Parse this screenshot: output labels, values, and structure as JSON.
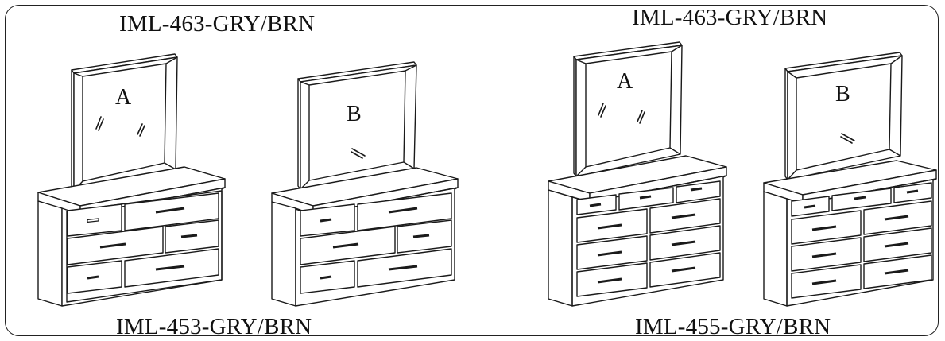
{
  "labels": {
    "top_left": "IML-463-GRY/BRN",
    "top_right": "IML-463-GRY/BRN",
    "bottom_left": "IML-453-GRY/BRN",
    "bottom_right": "IML-455-GRY/BRN"
  },
  "mirrors": {
    "m1": "A",
    "m2": "B",
    "m3": "A",
    "m4": "B"
  }
}
